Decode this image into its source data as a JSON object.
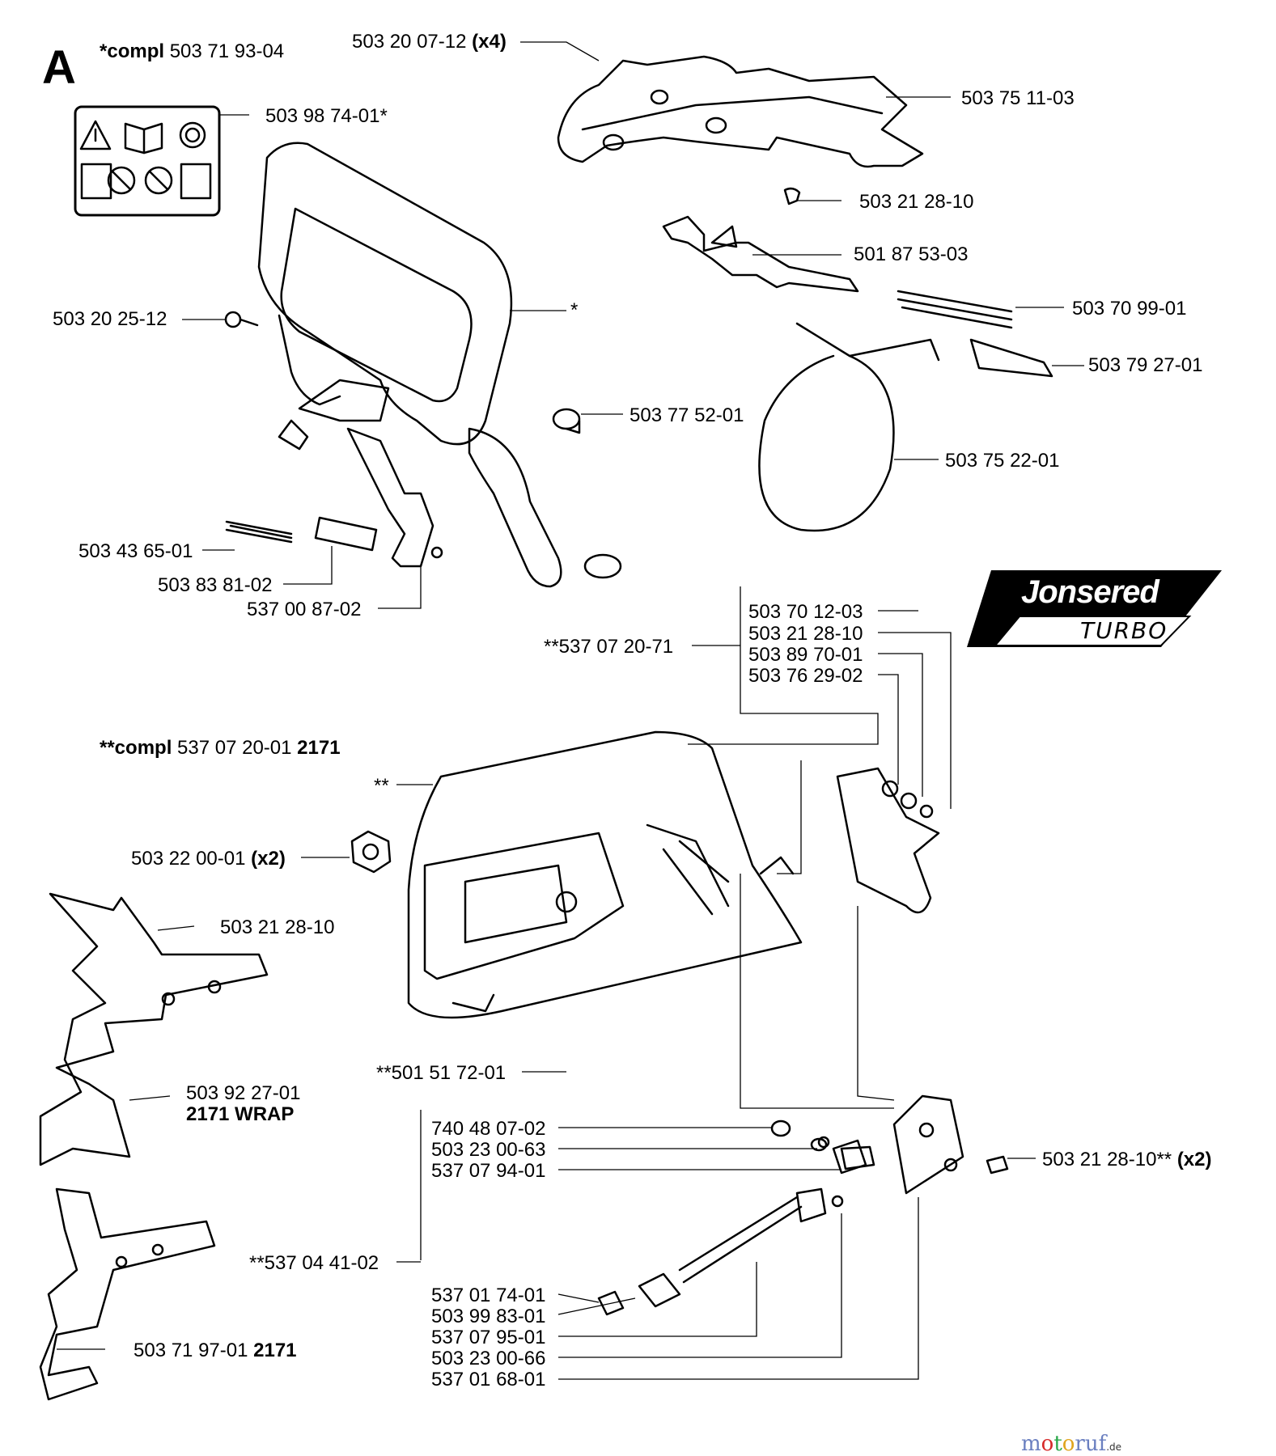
{
  "section_letter": "A",
  "top_assembly": {
    "prefix": "*compl",
    "part": "503 71 93-04"
  },
  "bottom_assembly": {
    "prefix": "**compl",
    "part": "537 07 20-01",
    "model": "2171"
  },
  "labels": {
    "l_50320_0712": {
      "part": "503 20 07-12",
      "qty": "(x4)"
    },
    "l_50398_7401": {
      "part": "503 98 74-01*"
    },
    "l_50375_1103": {
      "part": "503 75 11-03"
    },
    "l_50321_2810a": {
      "part": "503 21 28-10"
    },
    "l_50187_5303": {
      "part": "501 87 53-03"
    },
    "l_50370_9901": {
      "part": "503 70 99-01"
    },
    "l_50379_2701": {
      "part": "503 79 27-01"
    },
    "l_50320_2512": {
      "part": "503 20 25-12"
    },
    "l_star": {
      "part": "*"
    },
    "l_50377_5201": {
      "part": "503 77 52-01"
    },
    "l_50375_2201": {
      "part": "503 75 22-01"
    },
    "l_50343_6501": {
      "part": "503 43 65-01"
    },
    "l_50383_8102": {
      "part": "503 83 81-02"
    },
    "l_53700_8702": {
      "part": "537 00 87-02"
    },
    "l_50370_1203": {
      "part": "503 70 12-03"
    },
    "l_50321_2810b": {
      "part": "503 21 28-10"
    },
    "l_50389_7001": {
      "part": "503 89 70-01"
    },
    "l_50376_2902": {
      "part": "503 76 29-02"
    },
    "l_53707_2071": {
      "part": "**537 07 20-71"
    },
    "l_dstar": {
      "part": "**"
    },
    "l_50322_0001": {
      "part": "503 22 00-01",
      "qty": "(x2)"
    },
    "l_50321_2810c": {
      "part": "503 21 28-10"
    },
    "l_50392_2701": {
      "part": "503 92 27-01",
      "note": "2171 WRAP"
    },
    "l_50151_7201": {
      "part": "**501 51 72-01"
    },
    "l_74048_0702": {
      "part": "740 48 07-02"
    },
    "l_50323_0063": {
      "part": "503 23 00-63"
    },
    "l_53707_9401": {
      "part": "537 07 94-01"
    },
    "l_50321_2810d": {
      "part": "503 21 28-10**",
      "qty": "(x2)"
    },
    "l_53704_4102": {
      "part": "**537 04 41-02"
    },
    "l_53701_7401": {
      "part": "537 01 74-01"
    },
    "l_50399_8301": {
      "part": "503 99 83-01"
    },
    "l_53707_9501": {
      "part": "537 07 95-01"
    },
    "l_50323_0066": {
      "part": "503 23 00-66"
    },
    "l_53701_6801": {
      "part": "537 01 68-01"
    },
    "l_50371_9701": {
      "part": "503 71 97-01",
      "model": "2171"
    }
  },
  "brand_badge": {
    "brand": "Jonsered",
    "model": "TURBO"
  },
  "watermark": {
    "parts": [
      "m",
      "o",
      "t",
      "o",
      "ruf"
    ],
    "suffix": ".de"
  }
}
